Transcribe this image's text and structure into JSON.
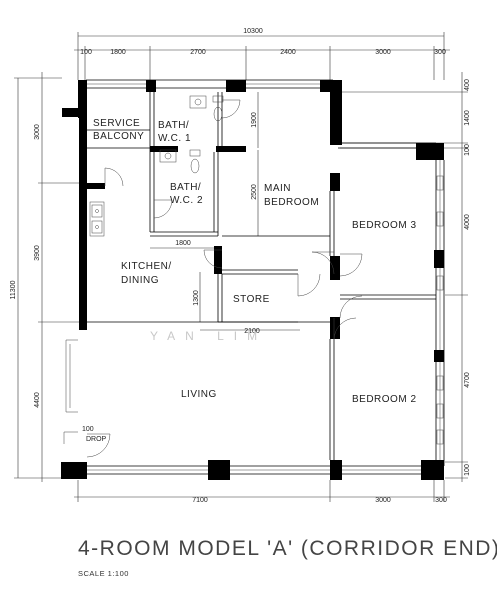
{
  "plan": {
    "title": "4-ROOM MODEL 'A' (CORRIDOR END)",
    "scale": "SCALE 1:100",
    "watermark": "YAN LIM",
    "rooms": {
      "service_balcony_line1": "SERVICE",
      "service_balcony_line2": "BALCONY",
      "bath1_line1": "BATH/",
      "bath1_line2": "W.C. 1",
      "bath2_line1": "BATH/",
      "bath2_line2": "W.C. 2",
      "main_bedroom_line1": "MAIN",
      "main_bedroom_line2": "BEDROOM",
      "bedroom3": "BEDROOM 3",
      "kitchen_line1": "KITCHEN/",
      "kitchen_line2": "DINING",
      "store": "STORE",
      "living": "LIVING",
      "bedroom2": "BEDROOM 2",
      "drop_value": "100",
      "drop_label": "DROP"
    },
    "dimensions": {
      "top_total": "10300",
      "top_segments": [
        "100",
        "1800",
        "2700",
        "2400",
        "3000",
        "300"
      ],
      "left_total": "11300",
      "left_segments": [
        "3000",
        "3900",
        "4400"
      ],
      "right_segments": [
        "400",
        "1400",
        "100",
        "4000",
        "4700",
        "100"
      ],
      "bottom_segments": [
        "7100",
        "3000",
        "300"
      ],
      "inner_1900": "1900",
      "inner_2500": "2500",
      "inner_1800": "1800",
      "inner_1300": "1300",
      "inner_2100": "2100"
    }
  }
}
